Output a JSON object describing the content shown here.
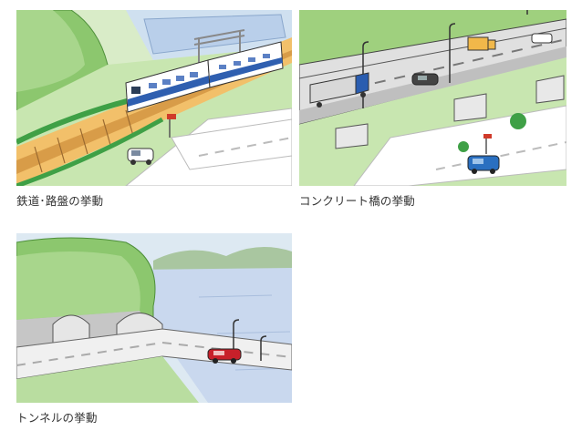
{
  "panels": [
    {
      "caption": "鉄道･路盤の挙動"
    },
    {
      "caption": "コンクリート橋の挙動"
    },
    {
      "caption": "トンネルの挙動"
    }
  ],
  "colors": {
    "grass": "#a8d68c",
    "grass_dark": "#5fa64a",
    "road": "#ffffff",
    "train_blue": "#2f5fb0",
    "water": "#c9d8ee",
    "sky": "#dde9f2",
    "car_red": "#c8202a",
    "car_blue": "#2a6fc0"
  }
}
